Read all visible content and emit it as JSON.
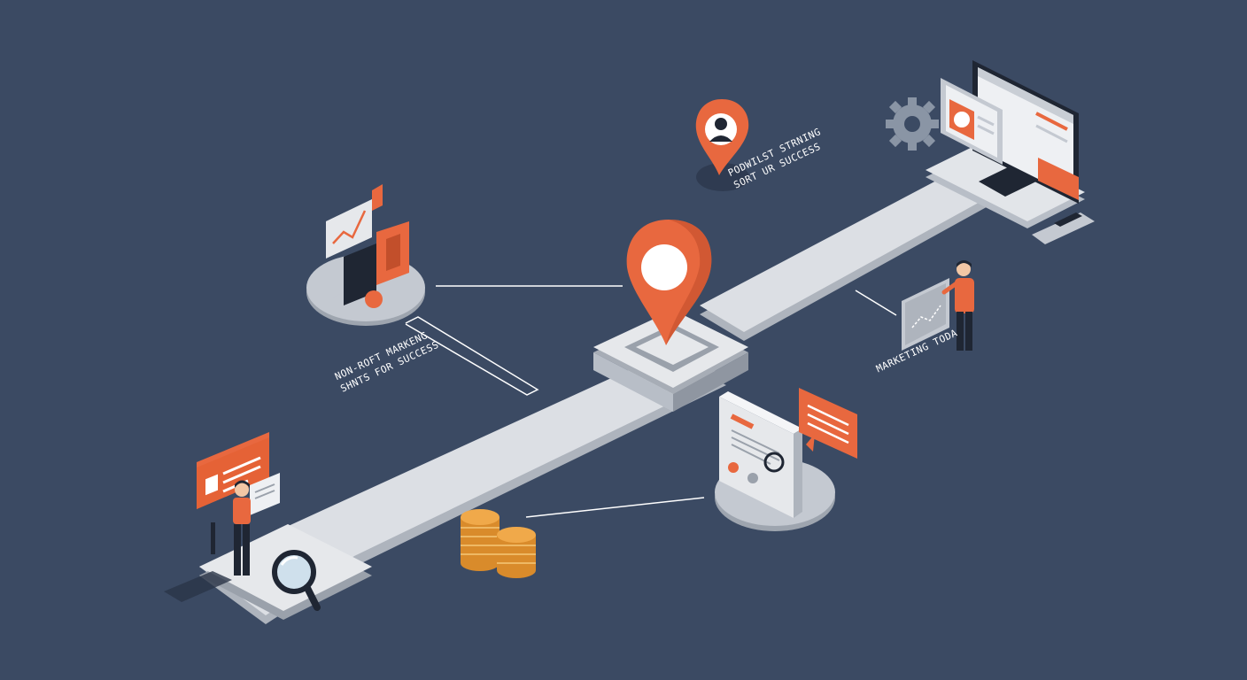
{
  "colors": {
    "background": "#3b4a63",
    "accent": "#e8683f",
    "path": "#d8dbe0",
    "platform": "#c4c9d1",
    "dark": "#1f2633",
    "coin": "#f0a94a"
  },
  "captions": {
    "nonprofit": {
      "line1": "NON-ROFT MARKENG",
      "line2": "SHNTS FOR SUCCESS"
    },
    "podcast": {
      "line1": "PODWILST STRNING",
      "line2": "SORT UR SUCCESS"
    },
    "marketing": {
      "line1": "MARKETING TODA"
    }
  },
  "icons": {
    "map_pin_center": "map-pin-icon",
    "map_pin_avatar": "location-avatar-pin-icon",
    "gear": "gear-icon",
    "magnifier": "magnifying-glass-icon",
    "coins": "coin-stack-icon",
    "monitor": "computer-monitor-icon"
  }
}
